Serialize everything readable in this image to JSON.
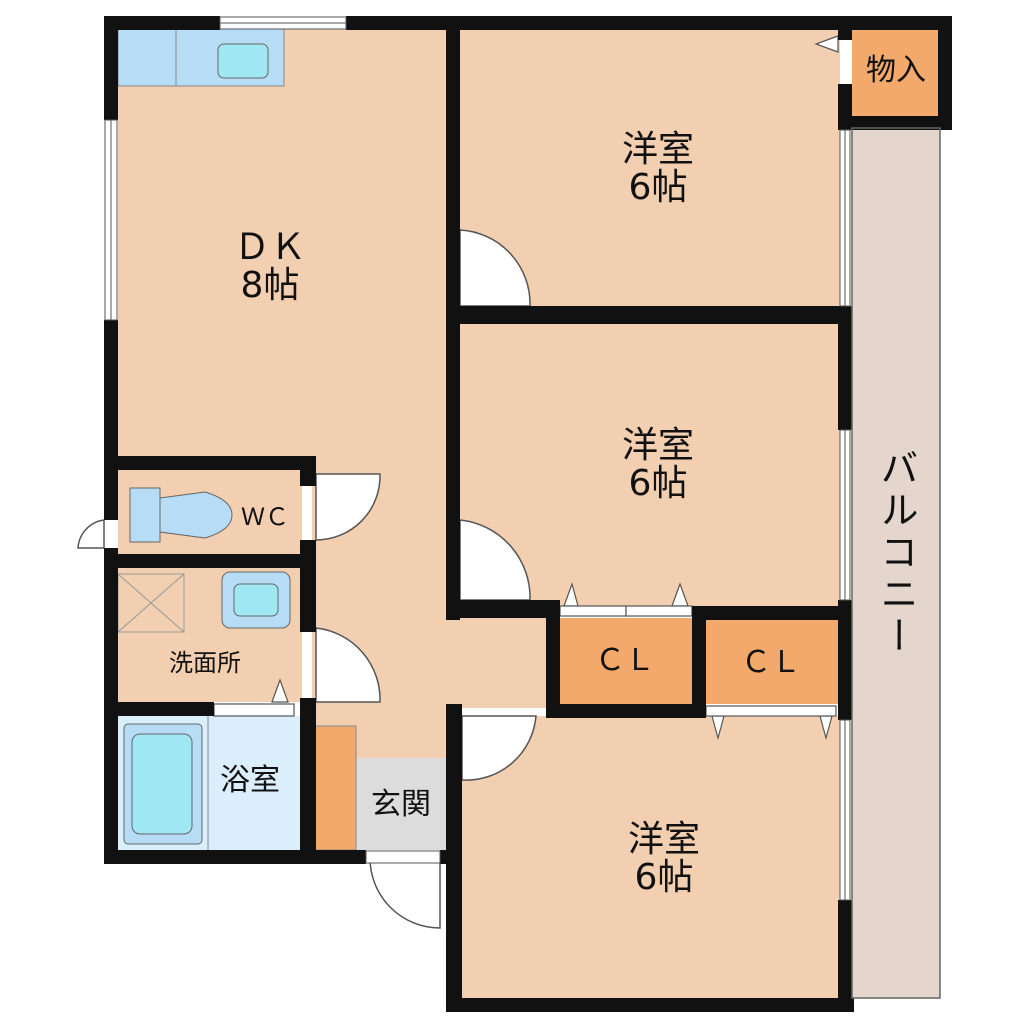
{
  "colors": {
    "room": "#f2cfb0",
    "closet": "#f2a96b",
    "balcony": "#e4d6cc",
    "wet": "#dbeefb",
    "fixture": "#b7dcf5",
    "fixture_inner": "#9fe7f2",
    "entrance": "#dcdcdc",
    "wall": "#111111"
  },
  "rooms": {
    "dk": {
      "name": "ＤＫ",
      "size": "8帖"
    },
    "western_top": {
      "name": "洋室",
      "size": "6帖"
    },
    "western_mid": {
      "name": "洋室",
      "size": "6帖"
    },
    "western_bottom": {
      "name": "洋室",
      "size": "6帖"
    },
    "wc": {
      "name": "ＷＣ"
    },
    "washroom": {
      "name": "洗面所"
    },
    "bathroom": {
      "name": "浴室"
    },
    "entrance": {
      "name": "玄関"
    },
    "closet_left": {
      "name": "ＣＬ"
    },
    "closet_right": {
      "name": "ＣＬ"
    },
    "storage": {
      "name": "物入"
    },
    "balcony": {
      "name": "バルコニー"
    }
  }
}
